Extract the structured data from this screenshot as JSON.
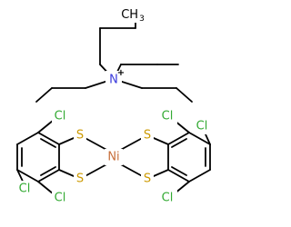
{
  "title": "",
  "structure": {
    "cation": {
      "nitrogen": {
        "symbol": "N",
        "charge": "+"
      },
      "terminal_methyl": {
        "text": "CH",
        "subscript": "3"
      }
    },
    "anion": {
      "metal": {
        "symbol": "Ni"
      },
      "sulfur": [
        "S",
        "S",
        "S",
        "S"
      ],
      "chlorines": [
        "Cl",
        "Cl",
        "Cl",
        "Cl",
        "Cl",
        "Cl"
      ]
    }
  },
  "colors": {
    "bond": "#000000",
    "carbon_text": "#000000",
    "nitrogen": "#3b3bdc",
    "sulfur": "#cc9900",
    "chlorine": "#33aa33",
    "nickel": "#c76f3c"
  }
}
